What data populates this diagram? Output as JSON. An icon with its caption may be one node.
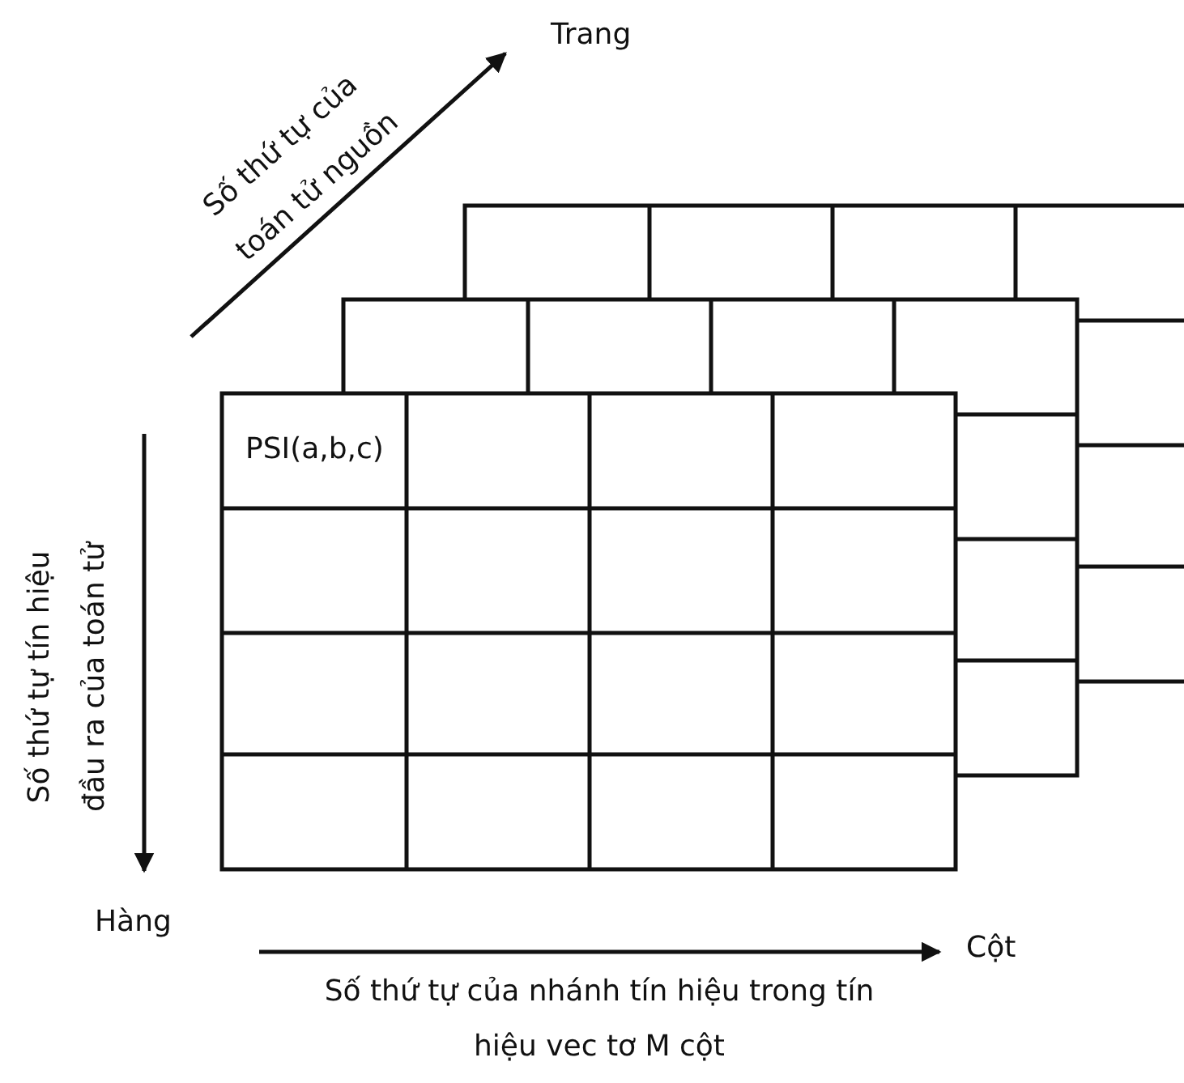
{
  "diagram": {
    "labels": [
      "Trang",
      "Số thứ tự của toán tử nguồn",
      "PSI(a,b,c)",
      "Số thứ tự tín hiệu đầu ra của toán tử",
      "Hàng",
      "Cột",
      "Số thứ tự của nhánh tín hiệu trong tín hiệu vec tơ M cột"
    ]
  }
}
